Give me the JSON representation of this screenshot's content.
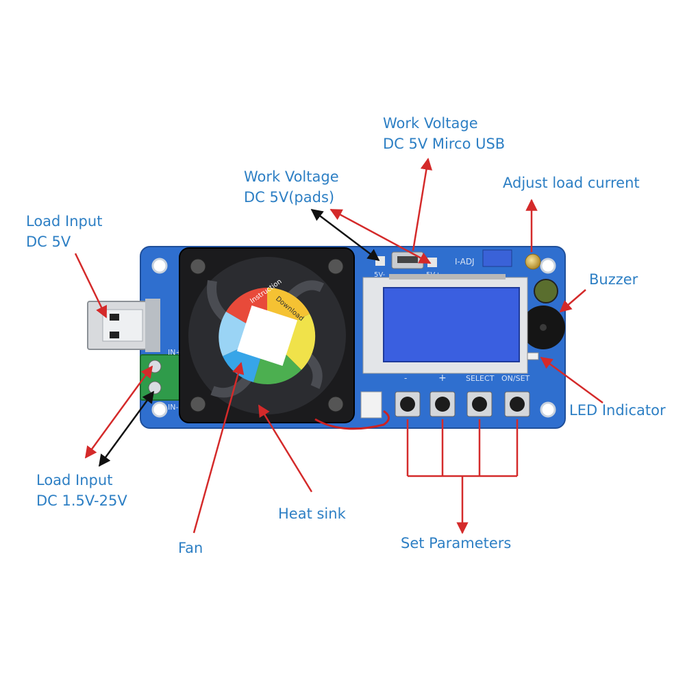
{
  "labels": {
    "load_input_usb": [
      "Load Input",
      "DC 5V"
    ],
    "load_input_terminal": [
      "Load Input",
      "DC 1.5V-25V"
    ],
    "work_voltage_pads": [
      "Work Voltage",
      "DC 5V(pads)"
    ],
    "work_voltage_usb": [
      "Work Voltage",
      "DC 5V Mirco USB"
    ],
    "adjust_current": "Adjust load current",
    "buzzer": "Buzzer",
    "led_indicator": "LED Indicator",
    "heat_sink": "Heat sink",
    "fan": "Fan",
    "set_parameters": "Set Parameters"
  },
  "board_text": {
    "pad_minus": "5V-",
    "pad_plus": "5V+",
    "adj": "I-ADJ",
    "in_plus": "IN+",
    "in_minus": "IN-",
    "btn_minus": "-",
    "btn_plus": "+",
    "btn_select": "SELECT",
    "btn_onset": "ON/SET",
    "fan_instruction": "Instruction",
    "fan_download": "Download"
  },
  "colors": {
    "label_text": "#2d7fc4",
    "arrow_red": "#d42a2a",
    "arrow_black": "#111111",
    "pcb_blue": "#2f6fcf",
    "lcd_blue": "#3a5fe0"
  }
}
